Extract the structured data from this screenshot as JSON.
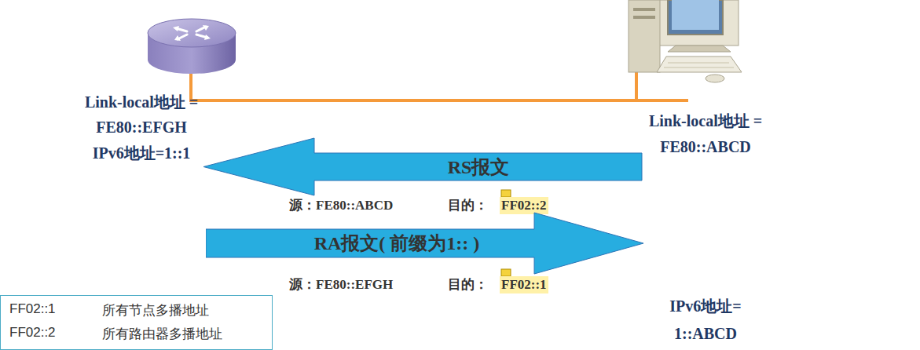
{
  "diagram": {
    "nodes": [
      {
        "text": [
          "RS报文"
        ]
      },
      {
        "text": [
          "RA报文( 前缀为1:: )"
        ]
      },
      {
        "text": [
          "FF02::1",
          "所有节点多播地址",
          "FF02::2",
          "所有路由器多播地址"
        ]
      }
    ],
    "labels": [
      "Link-local地址 =",
      "FE80::EFGH",
      "IPv6地址=1::1",
      "Link-local地址 =",
      "FE80::ABCD",
      "源：FE80::ABCD",
      "目的：",
      "FF02::2",
      "源：FE80::EFGH",
      "目的：",
      "FF02::1",
      "IPv6地址=",
      "1::ABCD"
    ]
  }
}
